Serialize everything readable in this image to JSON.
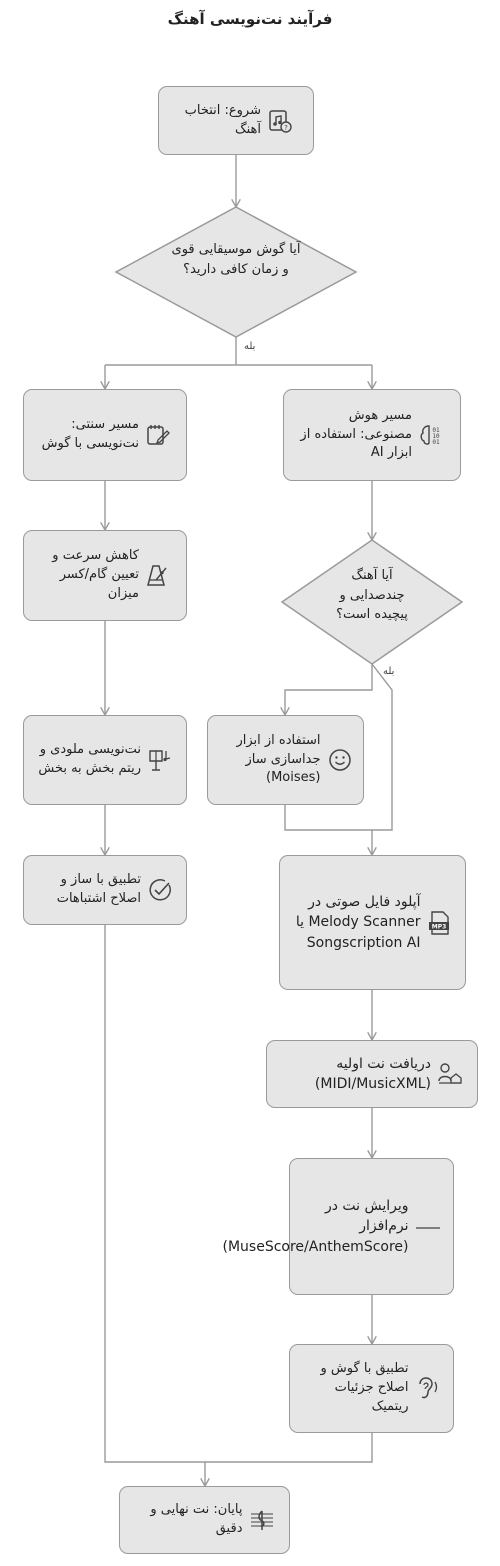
{
  "title": "فرآیند نت‌نویسی آهنگ",
  "nodes": {
    "start": "شروع: انتخاب آهنگ",
    "decision1": "آیا گوش موسیقایی قوی و زمان کافی دارید؟",
    "ai_path": "مسیر هوش مصنوعی: استفاده از ابزار AI",
    "traditional_path": "مسیر سنتی: نت‌نویسی با گوش",
    "slow_down": "کاهش سرعت و تعیین گام/کسر میزان",
    "decision2": "آیا آهنگ چندصدایی و پیچیده است؟",
    "melody": "نت‌نویسی ملودی و ریتم بخش به بخش",
    "moises": "استفاده از ابزار جداسازی ساز (Moises)",
    "match_trad": "تطبیق با ساز و اصلاح اشتباهات",
    "upload": "آپلود فایل صوتی در Melody Scanner یا Songscription AI",
    "initial": "دریافت نت اولیه (MIDI/MusicXML)",
    "edit": "ویرایش نت در نرم‌افزار (MuseScore/AnthemScore)",
    "match_ai": "تطبیق با گوش و اصلاح جزئیات ریتمیک",
    "end": "پایان: نت نهایی و دقیق"
  },
  "edge_labels": {
    "yes1": "بله",
    "yes2": "بله"
  },
  "icons": {
    "start": "music-file-question-icon",
    "ai_path": "ai-brain-icon",
    "traditional_path": "notepad-pen-icon",
    "slow_down": "metronome-icon",
    "melody": "music-stand-icon",
    "moises": "smiley-icon",
    "match_trad": "checkmark-icon",
    "upload": "mp3-file-icon",
    "initial": "user-home-icon",
    "edit": "dash-icon",
    "match_ai": "ear-icon",
    "end": "music-sheet-icon"
  },
  "colors": {
    "node_fill": "#e6e6e6",
    "node_border": "#9a9a9a",
    "edge": "#9a9a9a",
    "text": "#222222"
  }
}
